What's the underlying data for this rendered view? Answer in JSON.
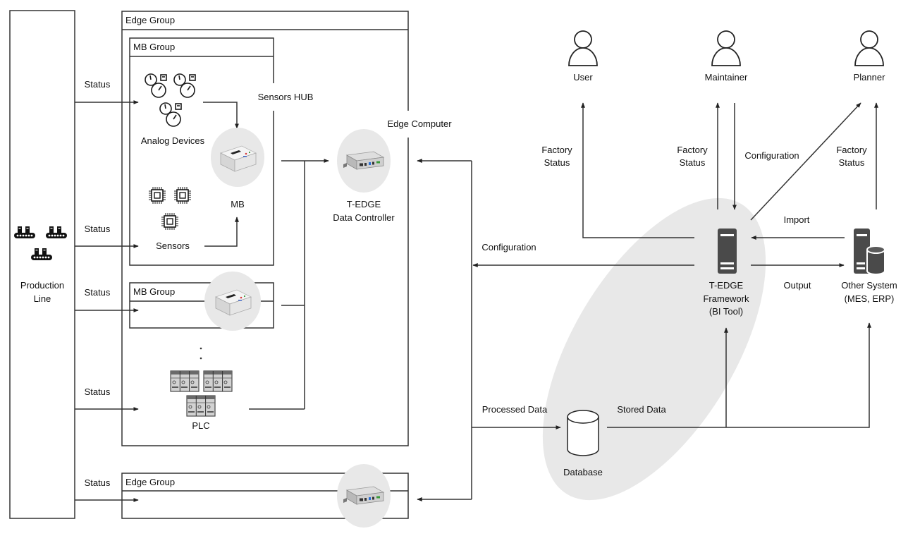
{
  "production_line": {
    "line1": "Production",
    "line2": "Line"
  },
  "status_labels": [
    "Status",
    "Status",
    "Status",
    "Status",
    "Status"
  ],
  "edge_group_main": {
    "title": "Edge Group",
    "edge_computer_label": "Edge Computer"
  },
  "mb_group_main": {
    "title": "MB Group",
    "sensors_hub_label": "Sensors HUB"
  },
  "analog_devices_label": "Analog Devices",
  "mb_label": "MB",
  "sensors_label": "Sensors",
  "mb_group_secondary": {
    "title": "MB Group"
  },
  "plc_label": "PLC",
  "data_controller": {
    "line1": "T-EDGE",
    "line2": "Data Controller"
  },
  "edge_group_secondary": {
    "title": "Edge Group"
  },
  "flows": {
    "configuration_to_edge": "Configuration",
    "processed_data": "Processed Data",
    "stored_data": "Stored Data",
    "factory_status_user": [
      "Factory",
      "Status"
    ],
    "factory_status_maintainer": [
      "Factory",
      "Status"
    ],
    "configuration_from_maintainer": "Configuration",
    "factory_status_planner": [
      "Factory",
      "Status"
    ],
    "import": "Import",
    "output": "Output"
  },
  "actors": [
    {
      "name": "User"
    },
    {
      "name": "Maintainer"
    },
    {
      "name": "Planner"
    }
  ],
  "bi_framework": {
    "line1": "T-EDGE",
    "line2": "Framework",
    "line3": "(BI Tool)"
  },
  "other_system": {
    "line1": "Other System",
    "line2": "(MES, ERP)"
  },
  "database": {
    "label": "Database"
  },
  "colors": {
    "highlight": "#e8e8e8",
    "device_backdrop": "#e8e8e8",
    "server": "#4a4a4a",
    "line": "#333333"
  }
}
